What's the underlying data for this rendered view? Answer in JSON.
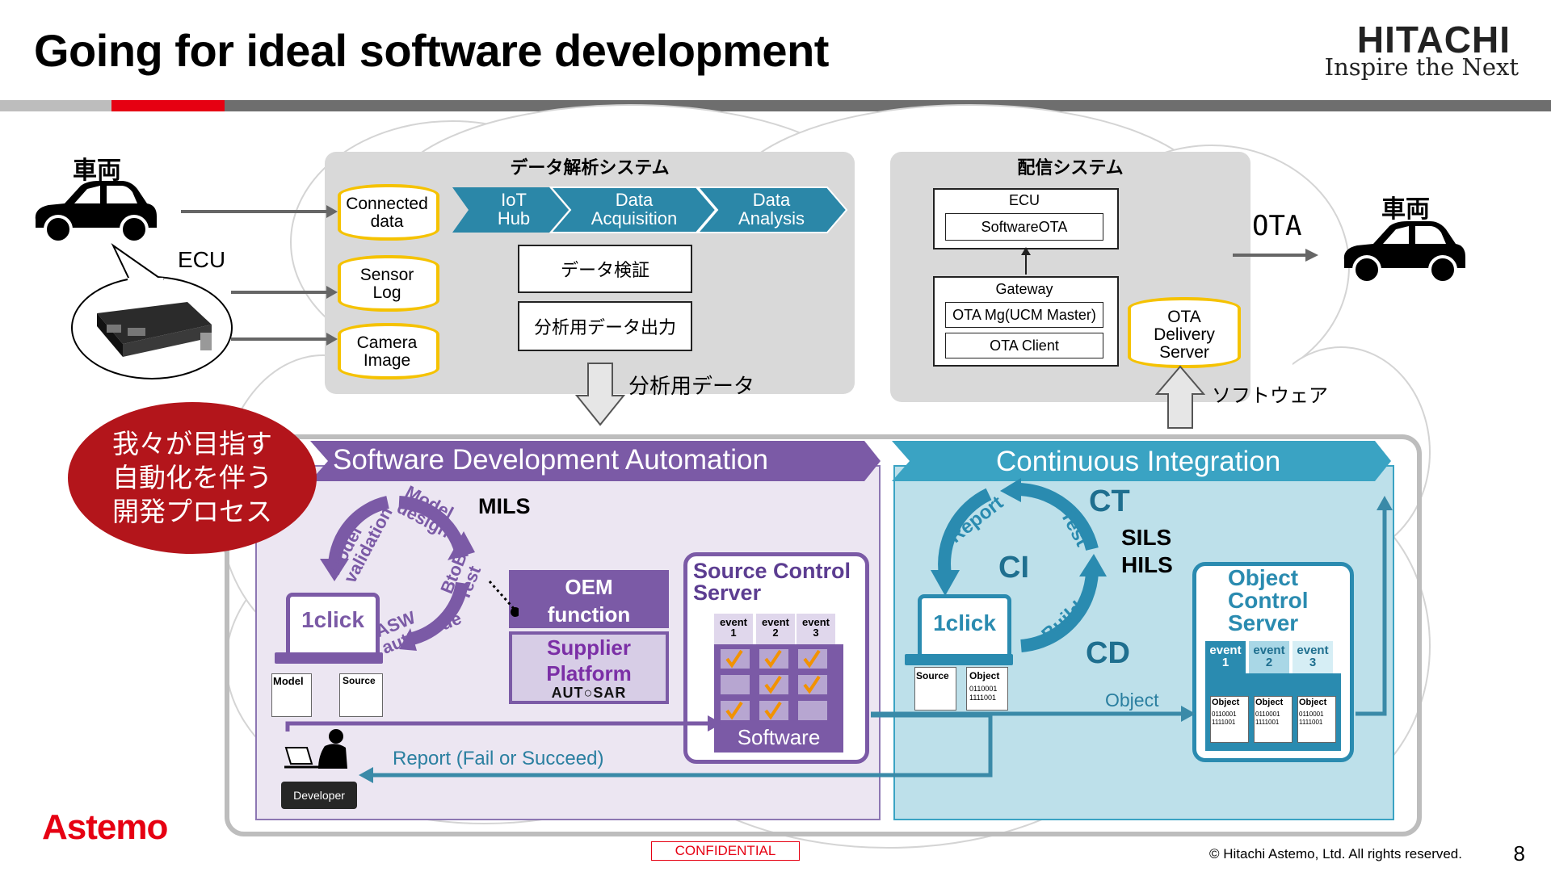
{
  "slide": {
    "title": "Going for ideal software development",
    "page_number": "8",
    "copyright": "© Hitachi Astemo, Ltd. All rights reserved.",
    "confidential": "CONFIDENTIAL"
  },
  "logos": {
    "hitachi": "HITACHI",
    "tagline": "Inspire the Next",
    "astemo": "Astemo"
  },
  "left": {
    "vehicle_label": "車両",
    "ecu_label": "ECU"
  },
  "analysis": {
    "title": "データ解析システム",
    "sources": [
      "Connected\ndata",
      "Sensor\nLog",
      "Camera\nImage"
    ],
    "pipeline": [
      "IoT\nHub",
      "Data\nAcquisition",
      "Data\nAnalysis"
    ],
    "verify": "データ検証",
    "output": "分析用データ出力",
    "arrow_label": "分析用データ"
  },
  "delivery": {
    "title": "配信システム",
    "ecu": "ECU",
    "software_ota": "SoftwareOTA",
    "gateway": "Gateway",
    "ota_mg": "OTA Mg(UCM Master)",
    "ota_client": "OTA Client",
    "server": "OTA\nDelivery\nServer",
    "software_label": "ソフトウェア"
  },
  "right": {
    "ota": "OTA",
    "vehicle_label": "車両"
  },
  "goal_bubble": "我々が目指す\n自動化を伴う\n開発プロセス",
  "sda": {
    "title": "Software Development Automation",
    "mils": "MILS",
    "cycle": [
      "Model\ndesign",
      "BtoB\nTest",
      "ASW\nauto code",
      "Model\nvalidation"
    ],
    "oneclick": "1click",
    "docs": [
      "Model",
      "Source"
    ],
    "developer": "Developer",
    "oem_function": "OEM\nfunction",
    "supplier_platform": "Supplier\nPlatform",
    "autosar": "AUT○SAR",
    "scs_title": "Source Control\nServer",
    "events": [
      "event\n1",
      "event\n2",
      "event\n3"
    ],
    "software": "Software",
    "report": "Report (Fail or Succeed)"
  },
  "ci": {
    "title": "Continuous Integration",
    "ct": "CT",
    "ci": "CI",
    "cd": "CD",
    "sils": "SILS",
    "hils": "HILS",
    "cycle": [
      "Report",
      "Test",
      "Build"
    ],
    "oneclick": "1click",
    "docs": [
      "Source",
      "Object"
    ],
    "obj_bits": "0110001\n1111001",
    "object_label": "Object",
    "ocs_title": "Object\nControl\nServer",
    "events": [
      "event\n1",
      "event\n2",
      "event\n3"
    ],
    "objects": [
      "Object",
      "Object",
      "Object"
    ]
  },
  "colors": {
    "purple": "#7b5aa6",
    "teal": "#3aa3c3",
    "red": "#b3151b",
    "yellow": "#f5c200",
    "panel": "#d9d9d9"
  }
}
